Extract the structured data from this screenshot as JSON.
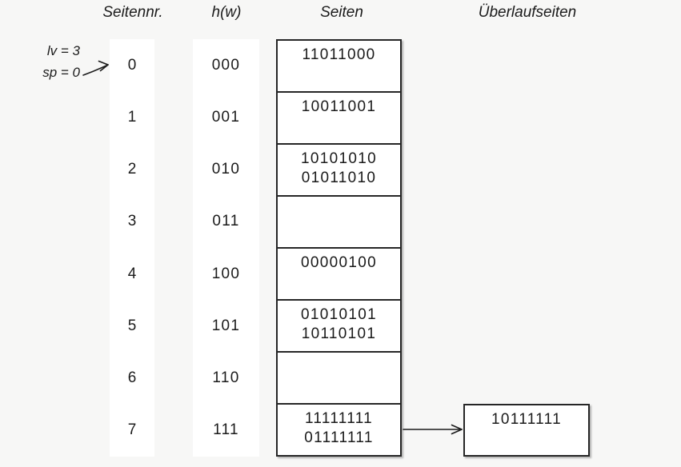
{
  "headers": {
    "seitennr": "Seitennr.",
    "hw": "h(w)",
    "seiten": "Seiten",
    "ueberlauf": "Überlaufseiten"
  },
  "annotation": {
    "lv": "lv = 3",
    "sp": "sp = 0"
  },
  "rows": [
    {
      "nr": "0",
      "hash": "000",
      "values": [
        "11011000"
      ]
    },
    {
      "nr": "1",
      "hash": "001",
      "values": [
        "10011001"
      ]
    },
    {
      "nr": "2",
      "hash": "010",
      "values": [
        "10101010",
        "01011010"
      ]
    },
    {
      "nr": "3",
      "hash": "011",
      "values": []
    },
    {
      "nr": "4",
      "hash": "100",
      "values": [
        "00000100"
      ]
    },
    {
      "nr": "5",
      "hash": "101",
      "values": [
        "01010101",
        "10110101"
      ]
    },
    {
      "nr": "6",
      "hash": "110",
      "values": []
    },
    {
      "nr": "7",
      "hash": "111",
      "values": [
        "11111111",
        "01111111"
      ]
    }
  ],
  "overflow": {
    "value": "10111111",
    "attached_to_row": "7"
  },
  "colors": {
    "background": "#f7f7f6",
    "box_border": "#262626",
    "text": "#1b1b1b",
    "strip": "#ffffff"
  }
}
